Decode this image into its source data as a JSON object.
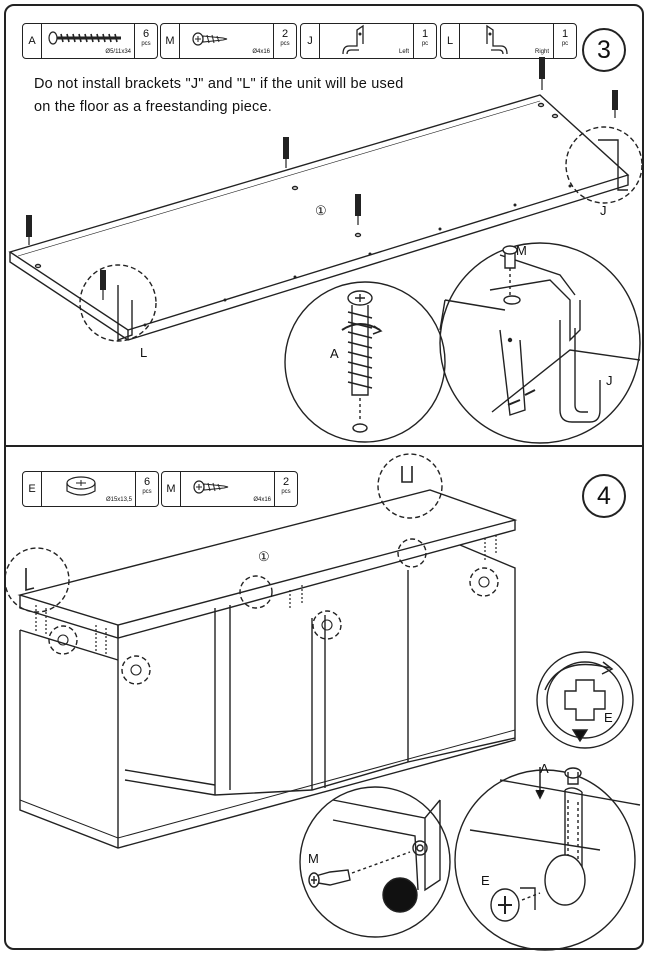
{
  "step3": {
    "number": "3",
    "parts": [
      {
        "letter": "A",
        "spec": "Ø5/11x34",
        "qty": "6",
        "unit": "pcs",
        "icon": "cam-bolt-icon"
      },
      {
        "letter": "M",
        "spec": "Ø4x16",
        "qty": "2",
        "unit": "pcs",
        "icon": "screw-icon"
      },
      {
        "letter": "J",
        "spec": "Left",
        "qty": "1",
        "unit": "pc",
        "icon": "bracket-left-icon"
      },
      {
        "letter": "L",
        "spec": "Right",
        "qty": "1",
        "unit": "pc",
        "icon": "bracket-right-icon"
      }
    ],
    "note": "Do not install brackets \"J\" and \"L\" if the unit will be used on the floor as a freestanding piece.",
    "labels": {
      "panel": "①",
      "bolt": "A",
      "left_bracket": "L",
      "right_bracket": "J",
      "detail_screw": "M",
      "detail_bracket": "J"
    }
  },
  "step4": {
    "number": "4",
    "parts": [
      {
        "letter": "E",
        "spec": "Ø15x13,5",
        "qty": "6",
        "unit": "pcs",
        "icon": "cam-lock-icon"
      },
      {
        "letter": "M",
        "spec": "Ø4x16",
        "qty": "2",
        "unit": "pcs",
        "icon": "screw-icon"
      }
    ],
    "labels": {
      "panel": "①",
      "cam_rotate": "E",
      "detail_screw": "M",
      "detail_bolt": "A",
      "detail_cam": "E"
    }
  }
}
